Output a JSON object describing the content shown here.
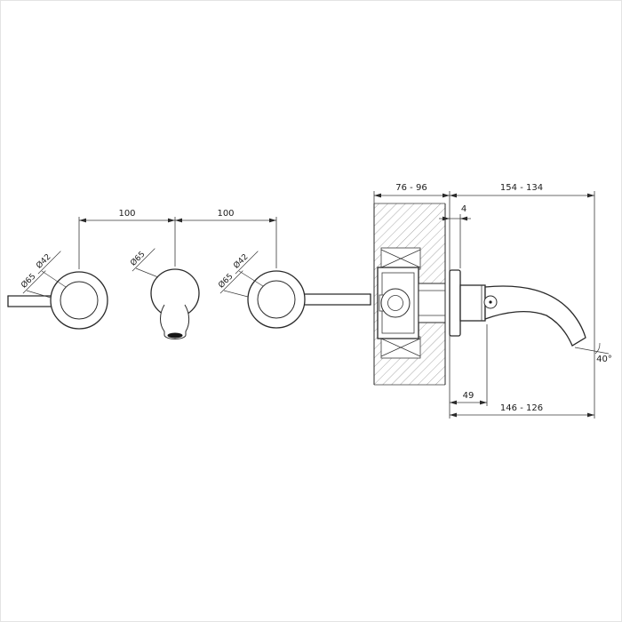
{
  "front_view": {
    "dim_left": "100",
    "dim_right": "100",
    "labels": {
      "left_inner": "Ø42",
      "left_outer": "Ø65",
      "spout": "Ø65",
      "right_inner": "Ø42",
      "right_outer": "Ø65"
    }
  },
  "side_view": {
    "dim_wall": "76 - 96",
    "dim_reach_top": "154 - 134",
    "dim_plate": "4",
    "dim_body": "49",
    "dim_reach_bottom": "146 - 126",
    "dim_angle": "40°"
  },
  "colors": {
    "line": "#2a2a2a",
    "background": "#ffffff"
  }
}
